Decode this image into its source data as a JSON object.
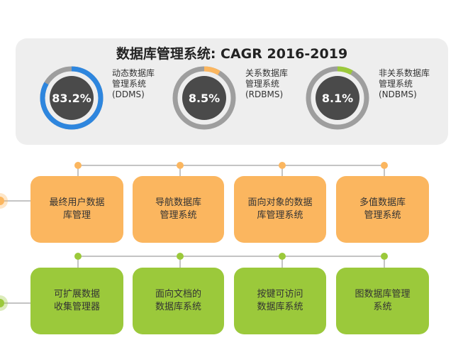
{
  "title": "数据库管理系统: CAGR 2016-2019",
  "rings": [
    {
      "value": "83.2%",
      "fraction": 0.832,
      "line1": "动态数据库",
      "line2": "管理系统",
      "line3": "(DDMS)",
      "color": "#2E86DE"
    },
    {
      "value": "8.5%",
      "fraction": 0.085,
      "line1": "关系数据库",
      "line2": "管理系统",
      "line3": "(RDBMS)",
      "color": "#FBB65F"
    },
    {
      "value": "8.1%",
      "fraction": 0.081,
      "line1": "非关系数据库",
      "line2": "管理系统",
      "line3": "(NDBMS)",
      "color": "#9BC93B"
    }
  ],
  "orange_row": [
    {
      "label": "最终用户数据\n库管理"
    },
    {
      "label": "导航数据库\n管理系统"
    },
    {
      "label": "面向对象的数据\n库管理系统"
    },
    {
      "label": "多值数据库\n管理系统"
    }
  ],
  "green_row": [
    {
      "label": "可扩展数据\n收集管理器"
    },
    {
      "label": "面向文档的\n数据库系统"
    },
    {
      "label": "按键可访问\n数据库系统"
    },
    {
      "label": "图数据库管理\n系统"
    }
  ],
  "colors": {
    "orange": "#FBB65F",
    "green": "#9BC93B",
    "blue": "#2E86DE",
    "ring_track": "#9E9E9E",
    "ring_center": "#4A4A4A",
    "panel_bg": "#EEEEEE"
  }
}
